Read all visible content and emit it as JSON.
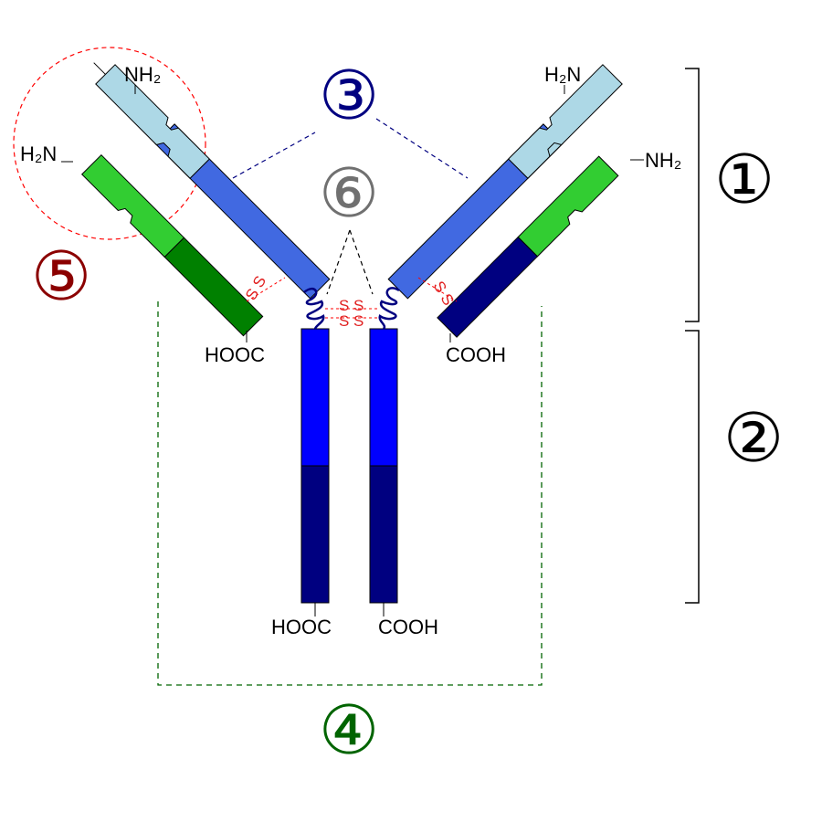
{
  "labels": {
    "nh2_top_left": "NH₂",
    "h2n_left": "H₂N",
    "h2n_top_right": "H₂N",
    "nh2_right": "NH₂",
    "hooc_left_arm": "HOOC",
    "cooh_right_arm": "COOH",
    "hooc_stem": "HOOC",
    "cooh_stem": "COOH",
    "disulfide": "S S"
  },
  "markers": [
    {
      "id": "marker_1",
      "text": "①",
      "color": "#000000"
    },
    {
      "id": "marker_2",
      "text": "②",
      "color": "#000000"
    },
    {
      "id": "marker_3",
      "text": "③",
      "color": "#000080"
    },
    {
      "id": "marker_4",
      "text": "④",
      "color": "#006400"
    },
    {
      "id": "marker_5",
      "text": "⑤",
      "color": "#8b0000"
    },
    {
      "id": "marker_6",
      "text": "⑥",
      "color": "#707070"
    }
  ],
  "colors": {
    "heavy_variable": "#4169e1",
    "heavy_constant_upper": "#0000ff",
    "heavy_constant_lower": "#000080",
    "light_variable_left": "#32cd32",
    "light_constant_left": "#008000",
    "light_variable_right": "#add8e6",
    "hinge": "#000080",
    "disulfide": "#ff0000"
  }
}
